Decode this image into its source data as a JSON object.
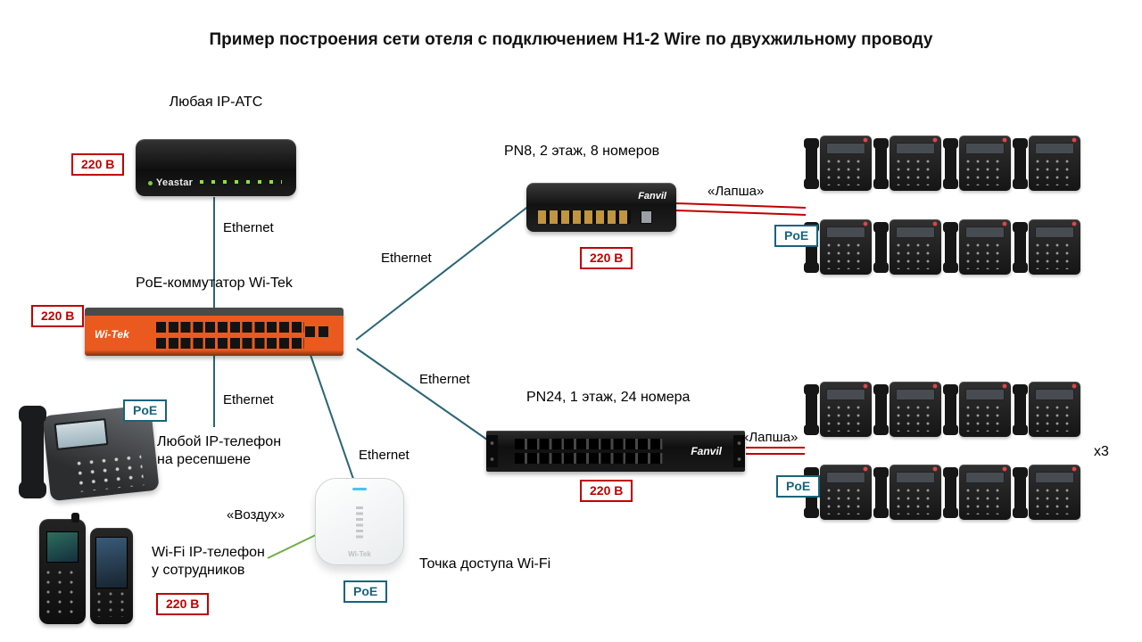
{
  "title": "Пример построения сети отеля с подключением H1-2 Wire по двухжильному проводу",
  "colors": {
    "power_badge_red": "#c00000",
    "poe_badge_teal": "#17647c",
    "ethernet_line_teal": "#2a6575",
    "lapsha_line_red": "#c00000",
    "air_line_green": "#6fae46",
    "witek_switch_orange": "#ea5a1f"
  },
  "badges": {
    "power": "220 В",
    "poe": "PoE"
  },
  "links": {
    "ethernet": "Ethernet",
    "lapsha": "«Лапша»",
    "air": "«Воздух»"
  },
  "nodes": {
    "pbx": {
      "label": "Любая IP-АТС",
      "brand": "Yeastar"
    },
    "core": {
      "label": "PoE-коммутатор Wi-Tek",
      "brand": "Wi-Tek"
    },
    "pn8": {
      "label": "PN8, 2 этаж, 8 номеров",
      "brand": "Fanvil"
    },
    "pn24": {
      "label": "PN24, 1 этаж, 24 номера",
      "brand": "Fanvil"
    },
    "reception": {
      "line1": "Любой IP-телефон",
      "line2": "на ресепшене"
    },
    "wifi": {
      "line1": "Wi-Fi IP-телефон",
      "line2": "у сотрудников"
    },
    "ap": {
      "label": "Точка доступа Wi-Fi",
      "brand": "Wi-Tek"
    },
    "multiplier": "x3"
  }
}
